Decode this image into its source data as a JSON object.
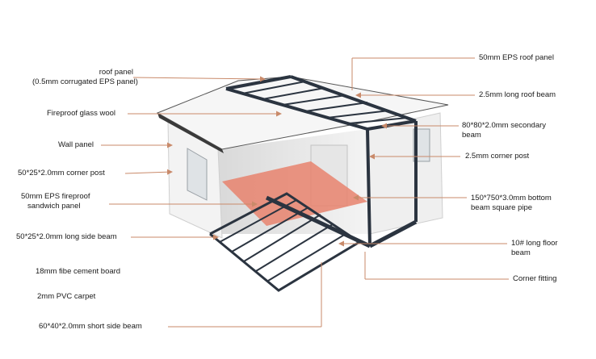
{
  "labels_left": [
    {
      "id": "roof-panel",
      "lines": [
        "roof panel",
        "(0.5mm corrugated EPS panel)"
      ]
    },
    {
      "id": "fireproof-glass-wool",
      "lines": [
        "Fireproof glass wool"
      ]
    },
    {
      "id": "wall-panel",
      "lines": [
        "Wall panel"
      ]
    },
    {
      "id": "corner-post-left",
      "lines": [
        "50*25*2.0mm corner post"
      ]
    },
    {
      "id": "sandwich-panel",
      "lines": [
        "50mm EPS  fireproof",
        "sandwich panel"
      ]
    },
    {
      "id": "long-side-beam",
      "lines": [
        "50*25*2.0mm long side beam"
      ]
    },
    {
      "id": "cement-board",
      "lines": [
        "18mm fibe cement board"
      ]
    },
    {
      "id": "pvc-carpet",
      "lines": [
        "2mm PVC carpet"
      ]
    },
    {
      "id": "short-side-beam",
      "lines": [
        "60*40*2.0mm short side beam"
      ]
    }
  ],
  "labels_right": [
    {
      "id": "eps-roof-panel",
      "lines": [
        "50mm EPS roof panel"
      ]
    },
    {
      "id": "long-roof-beam",
      "lines": [
        "2.5mm long roof beam"
      ]
    },
    {
      "id": "secondary-beam",
      "lines": [
        "80*80*2.0mm secondary",
        "beam"
      ]
    },
    {
      "id": "corner-post-right",
      "lines": [
        "2.5mm corner post"
      ]
    },
    {
      "id": "bottom-beam",
      "lines": [
        "150*750*3.0mm bottom",
        "beam square pipe"
      ]
    },
    {
      "id": "floor-beam",
      "lines": [
        "10# long floor",
        "beam"
      ]
    },
    {
      "id": "corner-fitting",
      "lines": [
        "Corner fitting"
      ]
    }
  ],
  "colors": {
    "frame": "#2b3440",
    "leader": "#c98a6a",
    "floor": "#e8836d",
    "wall": "#f2f2f2"
  }
}
